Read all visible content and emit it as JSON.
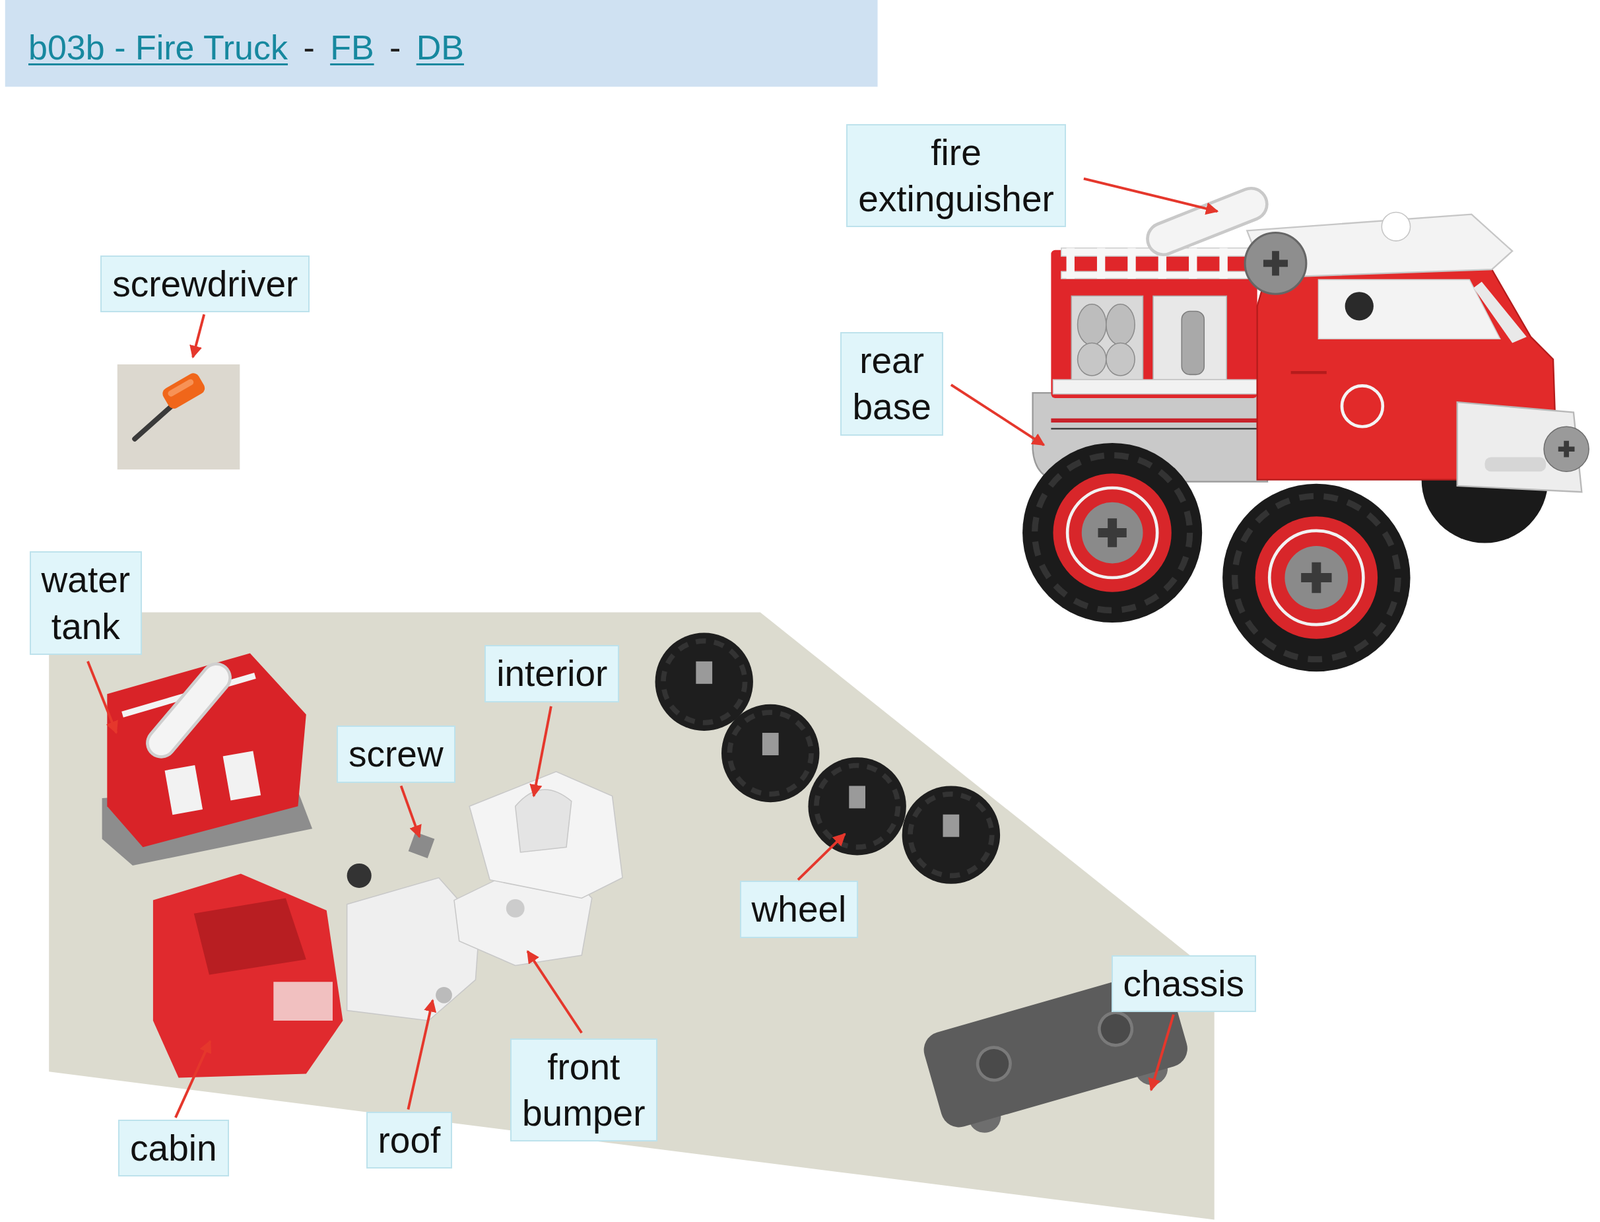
{
  "diagram": {
    "title": "b03b - Fire Truck",
    "nodes": [
      {
        "text": [
          "fire extinguisher"
        ]
      },
      {
        "text": [
          "screwdriver"
        ]
      },
      {
        "text": [
          "rear base"
        ]
      },
      {
        "text": [
          "water tank"
        ]
      },
      {
        "text": [
          "interior"
        ]
      },
      {
        "text": [
          "screw"
        ]
      },
      {
        "text": [
          "wheel"
        ]
      },
      {
        "text": [
          "chassis"
        ]
      },
      {
        "text": [
          "front bumper"
        ]
      },
      {
        "text": [
          "cabin"
        ]
      },
      {
        "text": [
          "roof"
        ]
      }
    ],
    "labels": [
      "-",
      "FB",
      "-",
      "DB"
    ]
  }
}
